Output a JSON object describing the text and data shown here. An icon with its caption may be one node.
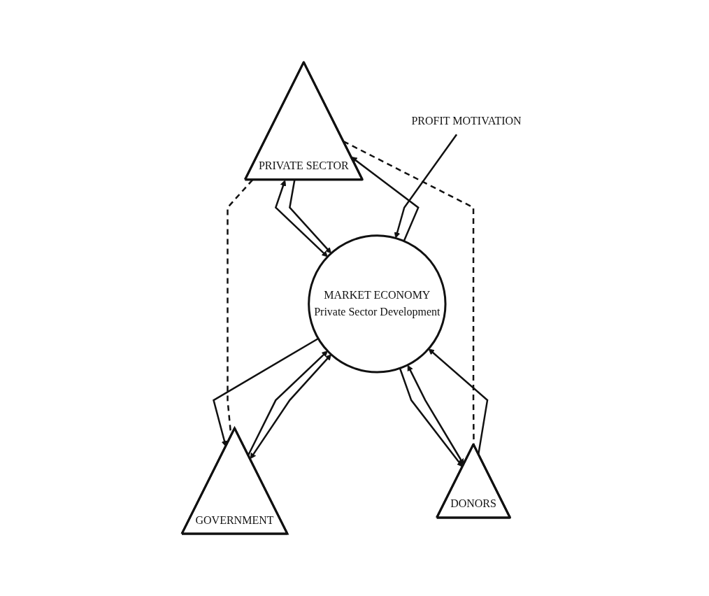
{
  "diagram": {
    "nodes": [
      {
        "text": [
          "PRIVATE SECTOR"
        ]
      },
      {
        "text": [
          "MARKET ECONOMY",
          "Private Sector Development"
        ]
      },
      {
        "text": [
          "GOVERNMENT"
        ]
      },
      {
        "text": [
          "DONORS"
        ]
      },
      {
        "text": [
          "PROFIT MOTIVATION"
        ]
      }
    ],
    "edges": [
      {
        "from": 1,
        "to": 0,
        "arrow": "to"
      },
      {
        "from": 0,
        "to": 1,
        "arrow": "both"
      },
      {
        "from": 0,
        "to": 1,
        "arrow": "to"
      },
      {
        "from": 2,
        "to": 1,
        "arrow": "to"
      },
      {
        "from": 2,
        "to": 1,
        "arrow": "both"
      },
      {
        "from": 1,
        "to": 2,
        "arrow": "to"
      },
      {
        "from": 1,
        "to": 3,
        "arrow": "to"
      },
      {
        "from": 1,
        "to": 3,
        "arrow": "both"
      },
      {
        "from": 3,
        "to": 1,
        "arrow": "to"
      },
      {
        "from": 4,
        "to": 1,
        "arrow": "to"
      },
      {
        "from": 0,
        "to": 2,
        "arrow": "none",
        "style": "dashed"
      },
      {
        "from": 0,
        "to": 3,
        "arrow": "none",
        "style": "dashed"
      }
    ]
  }
}
